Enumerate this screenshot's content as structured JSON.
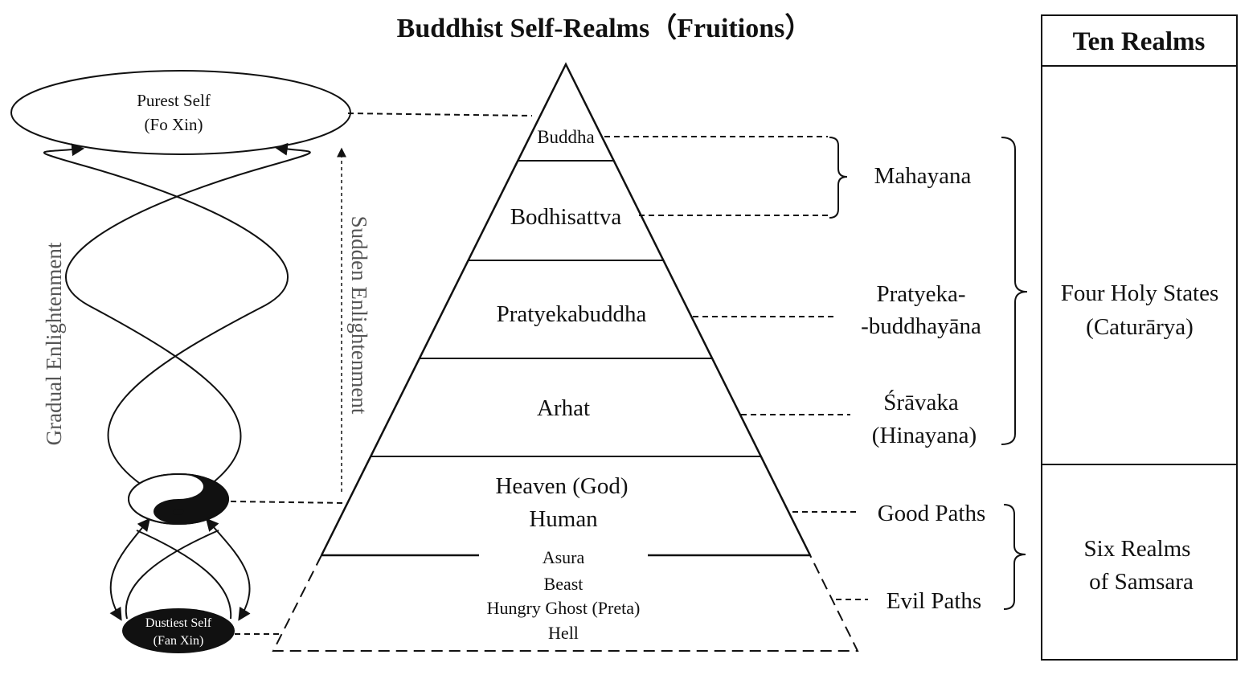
{
  "title": "Buddhist Self-Realms（Fruitions）",
  "pyramid": {
    "levels": [
      "Buddha",
      "Bodhisattva",
      "Pratyekabuddha",
      "Arhat"
    ],
    "good_paths_lines": [
      "Heaven (God)",
      "Human"
    ],
    "evil_paths_lines": [
      "Asura",
      "Beast",
      "Hungry Ghost (Preta)",
      "Hell"
    ]
  },
  "vehicles": {
    "mahayana": "Mahayana",
    "pratyeka_lines": [
      "Pratyeka-",
      "-buddhayāna"
    ],
    "sravaka_lines": [
      "Śrāvaka",
      "(Hinayana)"
    ],
    "good_paths": "Good Paths",
    "evil_paths": "Evil Paths"
  },
  "left": {
    "purest_self_lines": [
      "Purest Self",
      "(Fo Xin)"
    ],
    "dustiest_self_lines": [
      "Dustiest Self",
      "(Fan Xin)"
    ],
    "gradual": "Gradual Enlightenment",
    "sudden": "Sudden Enlightenment",
    "center_symbol": "yin-yang-icon"
  },
  "ten_realms": {
    "header": "Ten Realms",
    "four_holy_lines": [
      "Four Holy States",
      "(Caturārya)"
    ],
    "six_realms_lines": [
      "Six Realms",
      "of Samsara"
    ]
  }
}
